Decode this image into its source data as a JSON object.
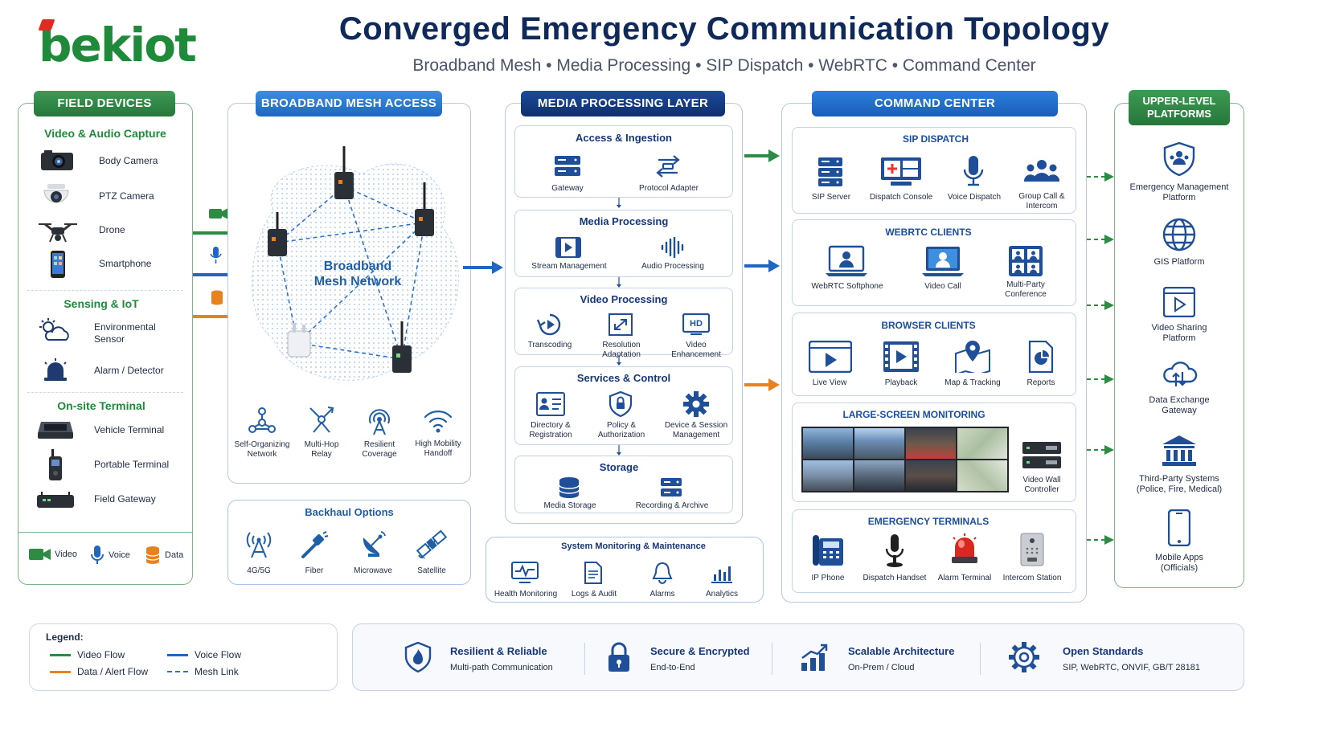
{
  "logo": {
    "text": "bekiot"
  },
  "header": {
    "title": "Converged Emergency Communication Topology",
    "subtitle": "Broadband Mesh • Media Processing • SIP Dispatch • WebRTC • Command Center"
  },
  "field": {
    "title": "FIELD DEVICES",
    "video_audio": "Video & Audio Capture",
    "devices_av": [
      "Body Camera",
      "PTZ Camera",
      "Drone",
      "Smartphone"
    ],
    "sensing": "Sensing & IoT",
    "devices_iot": [
      "Environmental Sensor",
      "Alarm / Detector"
    ],
    "onsite": "On-site Terminal",
    "devices_onsite": [
      "Vehicle Terminal",
      "Portable Terminal",
      "Field Gateway"
    ],
    "legend": [
      "Video",
      "Voice",
      "Data"
    ]
  },
  "mesh": {
    "title": "BROADBAND MESH ACCESS",
    "cloud_label": "Broadband Mesh Network",
    "features": [
      "Self-Organizing Network",
      "Multi-Hop Relay",
      "Resilient Coverage",
      "High Mobility Handoff"
    ],
    "backhaul_title": "Backhaul Options",
    "backhaul": [
      "4G/5G",
      "Fiber",
      "Microwave",
      "Satellite"
    ]
  },
  "media": {
    "title": "MEDIA PROCESSING LAYER",
    "sections": [
      {
        "title": "Access & Ingestion",
        "items": [
          "Gateway",
          "Protocol Adapter"
        ]
      },
      {
        "title": "Media Processing",
        "items": [
          "Stream Management",
          "Audio Processing"
        ]
      },
      {
        "title": "Video Processing",
        "items": [
          "Transcoding",
          "Resolution Adaptation",
          "Video Enhancement"
        ]
      },
      {
        "title": "Services & Control",
        "items": [
          "Directory & Registration",
          "Policy & Authorization",
          "Device & Session Management"
        ]
      },
      {
        "title": "Storage",
        "items": [
          "Media Storage",
          "Recording & Archive"
        ]
      }
    ],
    "hd_badge": "HD",
    "monitoring_title": "System Monitoring & Maintenance",
    "monitoring": [
      "Health Monitoring",
      "Logs & Audit",
      "Alarms",
      "Analytics"
    ]
  },
  "command": {
    "title": "COMMAND CENTER",
    "sip_title": "SIP DISPATCH",
    "sip": [
      "SIP Server",
      "Dispatch Console",
      "Voice Dispatch",
      "Group Call & Intercom"
    ],
    "webrtc_title": "WEBRTC CLIENTS",
    "webrtc": [
      "WebRTC Softphone",
      "Video Call",
      "Multi-Party Conference"
    ],
    "browser_title": "BROWSER CLIENTS",
    "browser": [
      "Live View",
      "Playback",
      "Map & Tracking",
      "Reports"
    ],
    "large_title": "LARGE-SCREEN MONITORING",
    "video_wall": "Video Wall Controller",
    "emerg_title": "EMERGENCY TERMINALS",
    "emerg": [
      "IP Phone",
      "Dispatch Handset",
      "Alarm Terminal",
      "Intercom Station"
    ]
  },
  "upper": {
    "title_line1": "UPPER-LEVEL",
    "title_line2": "PLATFORMS",
    "items": [
      "Emergency Management Platform",
      "GIS Platform",
      "Video Sharing Platform",
      "Data Exchange Gateway",
      "Third-Party Systems (Police, Fire, Medical)",
      "Mobile Apps (Officials)"
    ]
  },
  "legend": {
    "title": "Legend:",
    "video": "Video Flow",
    "voice": "Voice Flow",
    "data": "Data / Alert Flow",
    "mesh": "Mesh Link"
  },
  "features": [
    {
      "title": "Resilient & Reliable",
      "sub": "Multi-path Communication"
    },
    {
      "title": "Secure & Encrypted",
      "sub": "End-to-End"
    },
    {
      "title": "Scalable Architecture",
      "sub": "On-Prem / Cloud"
    },
    {
      "title": "Open Standards",
      "sub": "SIP, WebRTC, ONVIF, GB/T 28181"
    }
  ],
  "colors": {
    "green": "#2e8b44",
    "blue": "#1f67c0",
    "orange": "#e8821f",
    "navy": "#0f2f6e"
  }
}
